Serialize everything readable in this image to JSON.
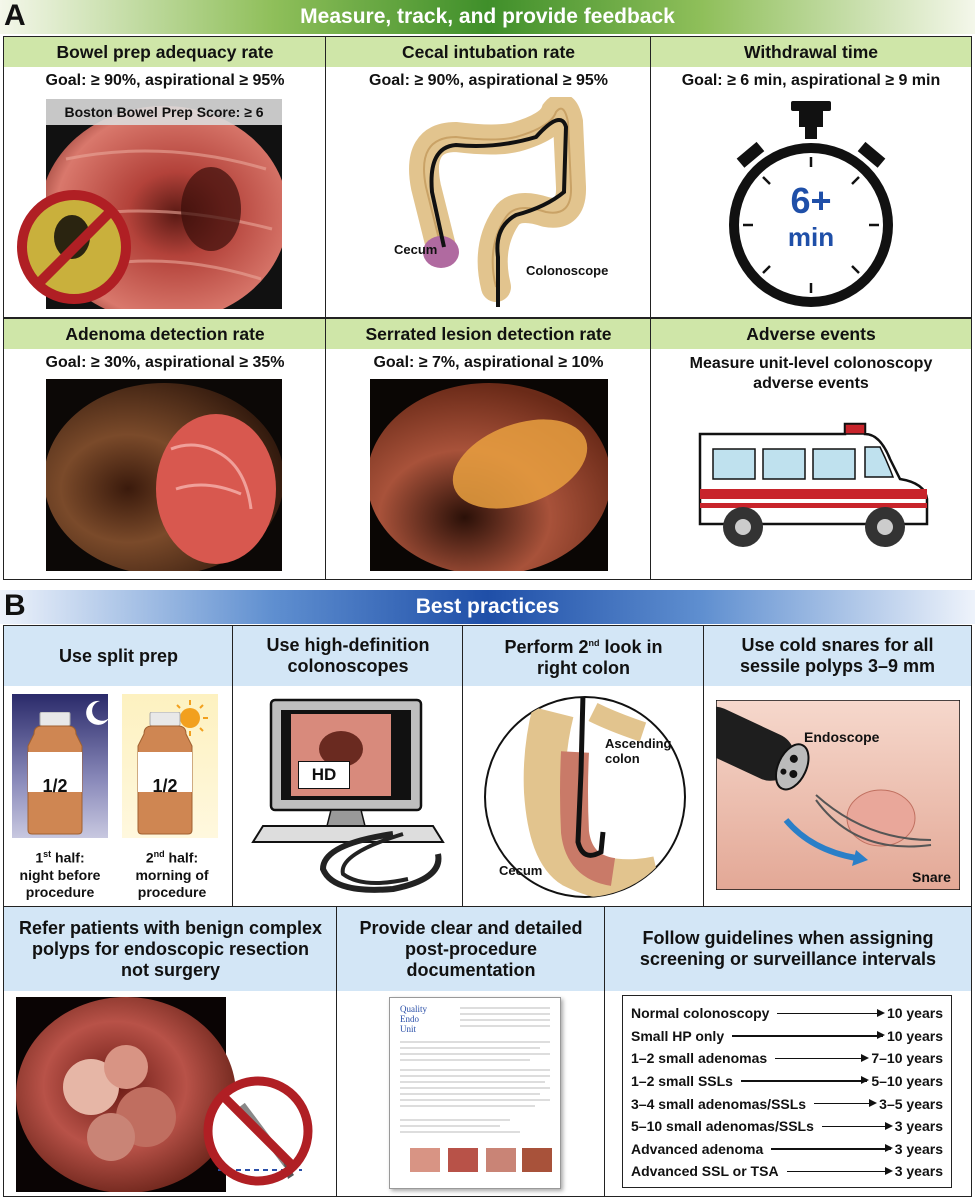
{
  "section_a": {
    "letter": "A",
    "banner": "Measure, track, and provide feedback",
    "panels": [
      {
        "title": "Bowel prep adequacy rate",
        "goal": "Goal: ≥ 90%, aspirational ≥ 95%",
        "image_label": "Boston Bowel Prep Score: ≥ 6"
      },
      {
        "title": "Cecal intubation rate",
        "goal": "Goal: ≥ 90%, aspirational ≥ 95%",
        "label_cecum": "Cecum",
        "label_scope": "Colonoscope"
      },
      {
        "title": "Withdrawal time",
        "goal": "Goal: ≥ 6 min, aspirational ≥ 9 min",
        "dial_value": "6+",
        "dial_unit": "min"
      },
      {
        "title": "Adenoma detection rate",
        "goal": "Goal: ≥ 30%, aspirational ≥ 35%"
      },
      {
        "title": "Serrated lesion detection rate",
        "goal": "Goal: ≥ 7%, aspirational ≥ 10%"
      },
      {
        "title": "Adverse events",
        "goal": "Measure unit-level colonoscopy adverse events"
      }
    ]
  },
  "section_b": {
    "letter": "B",
    "banner": "Best practices",
    "split_prep": {
      "title": "Use split prep",
      "bottle_label": "1/2",
      "first_a": "1",
      "first_sup": "st",
      "first_b": " half:",
      "first_c": "night before",
      "first_d": "procedure",
      "second_a": "2",
      "second_sup": "nd",
      "second_b": " half:",
      "second_c": "morning of",
      "second_d": "procedure"
    },
    "hd": {
      "title": "Use high-definition colonoscopes",
      "screen_label": "HD"
    },
    "second_look": {
      "title_a": "Perform 2",
      "title_sup": "nd",
      "title_b": " look in",
      "title_c": "right colon",
      "label_ascending_a": "Ascending",
      "label_ascending_b": "colon",
      "label_cecum": "Cecum"
    },
    "cold_snare": {
      "title": "Use cold snares for all sessile polyps 3–9 mm",
      "label_endoscope": "Endoscope",
      "label_snare": "Snare"
    },
    "refer": {
      "title": "Refer patients with benign complex polyps for endoscopic resection not surgery"
    },
    "documentation": {
      "title": "Provide clear and detailed post-procedure documentation",
      "doc_heading_1": "Quality",
      "doc_heading_2": "Endo",
      "doc_heading_3": "Unit"
    },
    "guidelines": {
      "title": "Follow guidelines when assigning screening or surveillance intervals",
      "rows": [
        {
          "label": "Normal colonoscopy",
          "interval": "10 years"
        },
        {
          "label": "Small HP only",
          "interval": "10 years"
        },
        {
          "label": "1–2 small adenomas",
          "interval": "7–10 years"
        },
        {
          "label": "1–2 small SSLs",
          "interval": "5–10 years"
        },
        {
          "label": "3–4 small adenomas/SSLs",
          "interval": "3–5 years"
        },
        {
          "label": "5–10 small adenomas/SSLs",
          "interval": "3 years"
        },
        {
          "label": "Advanced adenoma",
          "interval": "3 years"
        },
        {
          "label": "Advanced SSL or TSA",
          "interval": "3 years"
        }
      ]
    }
  }
}
